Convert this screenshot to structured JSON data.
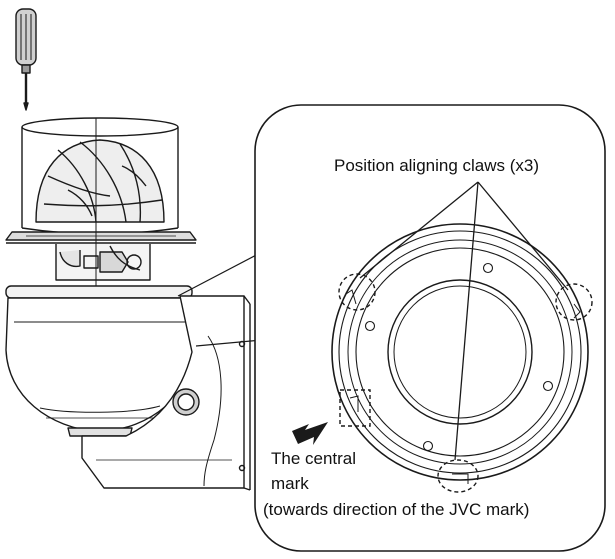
{
  "callout": {
    "claws_label": "Position aligning claws (x3)",
    "central_mark_line1": "The central",
    "central_mark_line2": "mark",
    "central_mark_line3": "(towards direction of the JVC mark)"
  },
  "colors": {
    "stroke": "#1a1a1a",
    "shade": "#c8c8c8",
    "light_shade": "#e6e6e6",
    "background": "#ffffff"
  },
  "icons": [
    "screwdriver-icon",
    "arrow-icon"
  ]
}
